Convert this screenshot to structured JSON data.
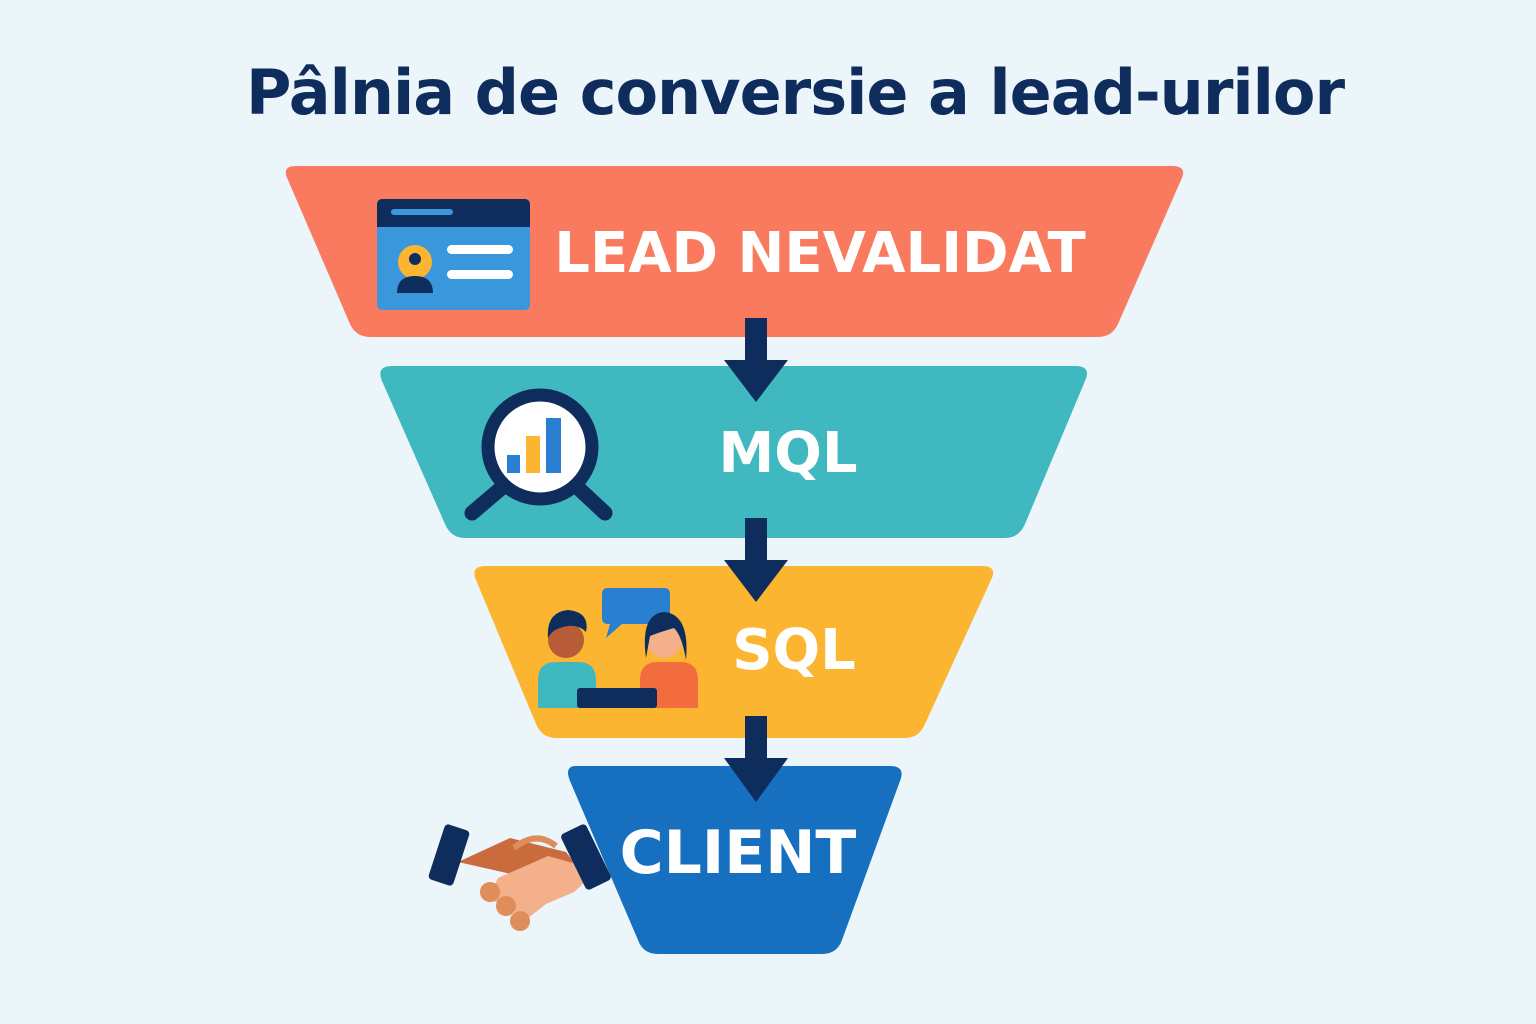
{
  "title": "Pâlnia de conversie a lead-urilor",
  "stages": [
    {
      "label": "LEAD NEVALIDAT",
      "color": "#fa7a60",
      "icon": "contact-card-icon"
    },
    {
      "label": "MQL",
      "color": "#3fb8bf",
      "icon": "magnifier-chart-icon"
    },
    {
      "label": "SQL",
      "color": "#fbb531",
      "icon": "people-conversation-icon"
    },
    {
      "label": "CLIENT",
      "color": "#1670bf",
      "icon": "handshake-icon"
    }
  ],
  "colors": {
    "arrow": "#0f2d5c",
    "background": "#ebf5fa",
    "title": "#0f2d5c"
  }
}
